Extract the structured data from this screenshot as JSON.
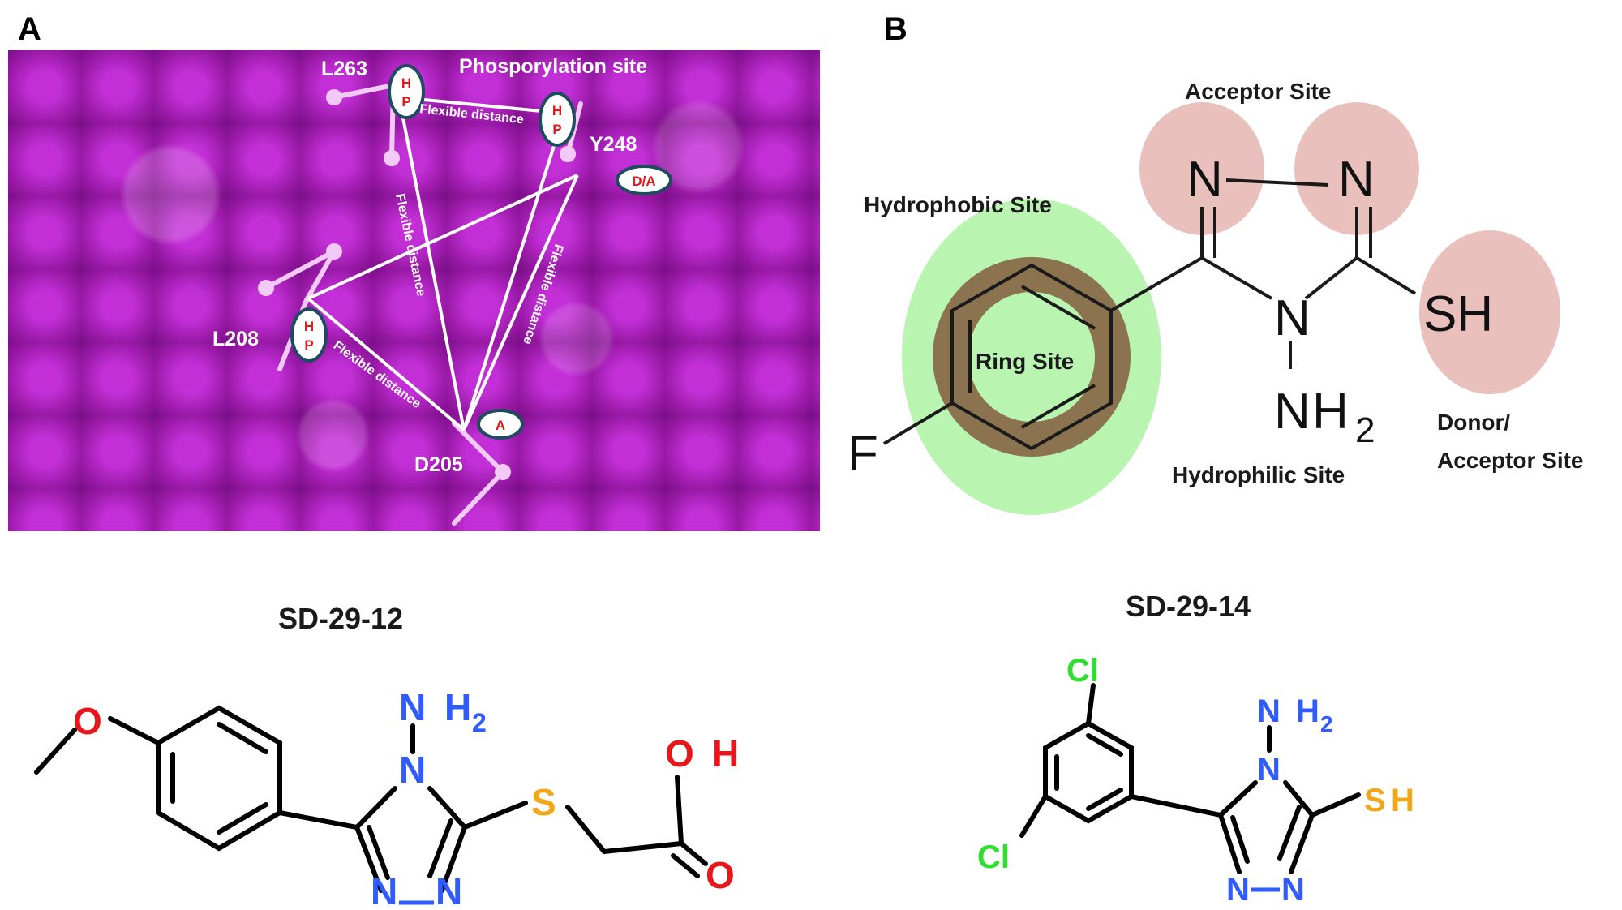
{
  "panels": {
    "A": {
      "letter": "A",
      "labels": {
        "L263": "L263",
        "phospho": "Phosporylation  site",
        "Y248": "Y248",
        "L208": "L208",
        "D205": "D205",
        "flex1": "Flexible distance",
        "flex2": "Flexible distance",
        "flex3": "Flexible distance",
        "flex4": "Flexible distance"
      },
      "badges": {
        "hp_top_h": "H",
        "hp_top_p": "P",
        "hp_mid_h": "H",
        "hp_mid_p": "P",
        "hp_left_h": "H",
        "hp_left_p": "P",
        "da": "D/A",
        "a": "A"
      }
    },
    "B": {
      "letter": "B",
      "labels": {
        "acceptor": "Acceptor Site",
        "hydrophobic": "Hydrophobic Site",
        "ring": "Ring Site",
        "hydrophilic": "Hydrophilic Site",
        "donor1": "Donor/",
        "donor2": "Acceptor Site"
      },
      "atoms": {
        "n1": "N",
        "n2": "N",
        "n4": "N",
        "nh2_n": "N",
        "nh2_h2": "H",
        "nh2_sub": "2",
        "sh": "SH",
        "f": "F"
      }
    },
    "C": {
      "title": "SD-29-12",
      "atoms": {
        "o_methoxy": "O",
        "nh2_n": "N",
        "nh2_h": "H",
        "nh2_sub": "2",
        "n4": "N",
        "s": "S",
        "oh_o": "O",
        "oh_h": "H",
        "o_carbonyl": "O",
        "n1": "N",
        "n2": "N"
      }
    },
    "D": {
      "title": "SD-29-14",
      "atoms": {
        "cl_top": "Cl",
        "cl_bottom": "Cl",
        "nh2_n": "N",
        "nh2_h": "H",
        "nh2_sub": "2",
        "n4": "N",
        "sh_s": "S",
        "sh_h": "H",
        "n1": "N",
        "n2": "N"
      }
    }
  },
  "colors": {
    "nitrogen": "#2f5bff",
    "oxygen": "#e8161b",
    "sulfur": "#f0a81a",
    "chlorine": "#2ee02e",
    "purple_bg": "#a51bb5",
    "badge_text": "#e8161b",
    "badge_border": "#1f4b5e",
    "hydrophobic_green": "#b9f5b0",
    "ring_brown": "#8b7350",
    "site_pink": "#e9c0bc"
  }
}
